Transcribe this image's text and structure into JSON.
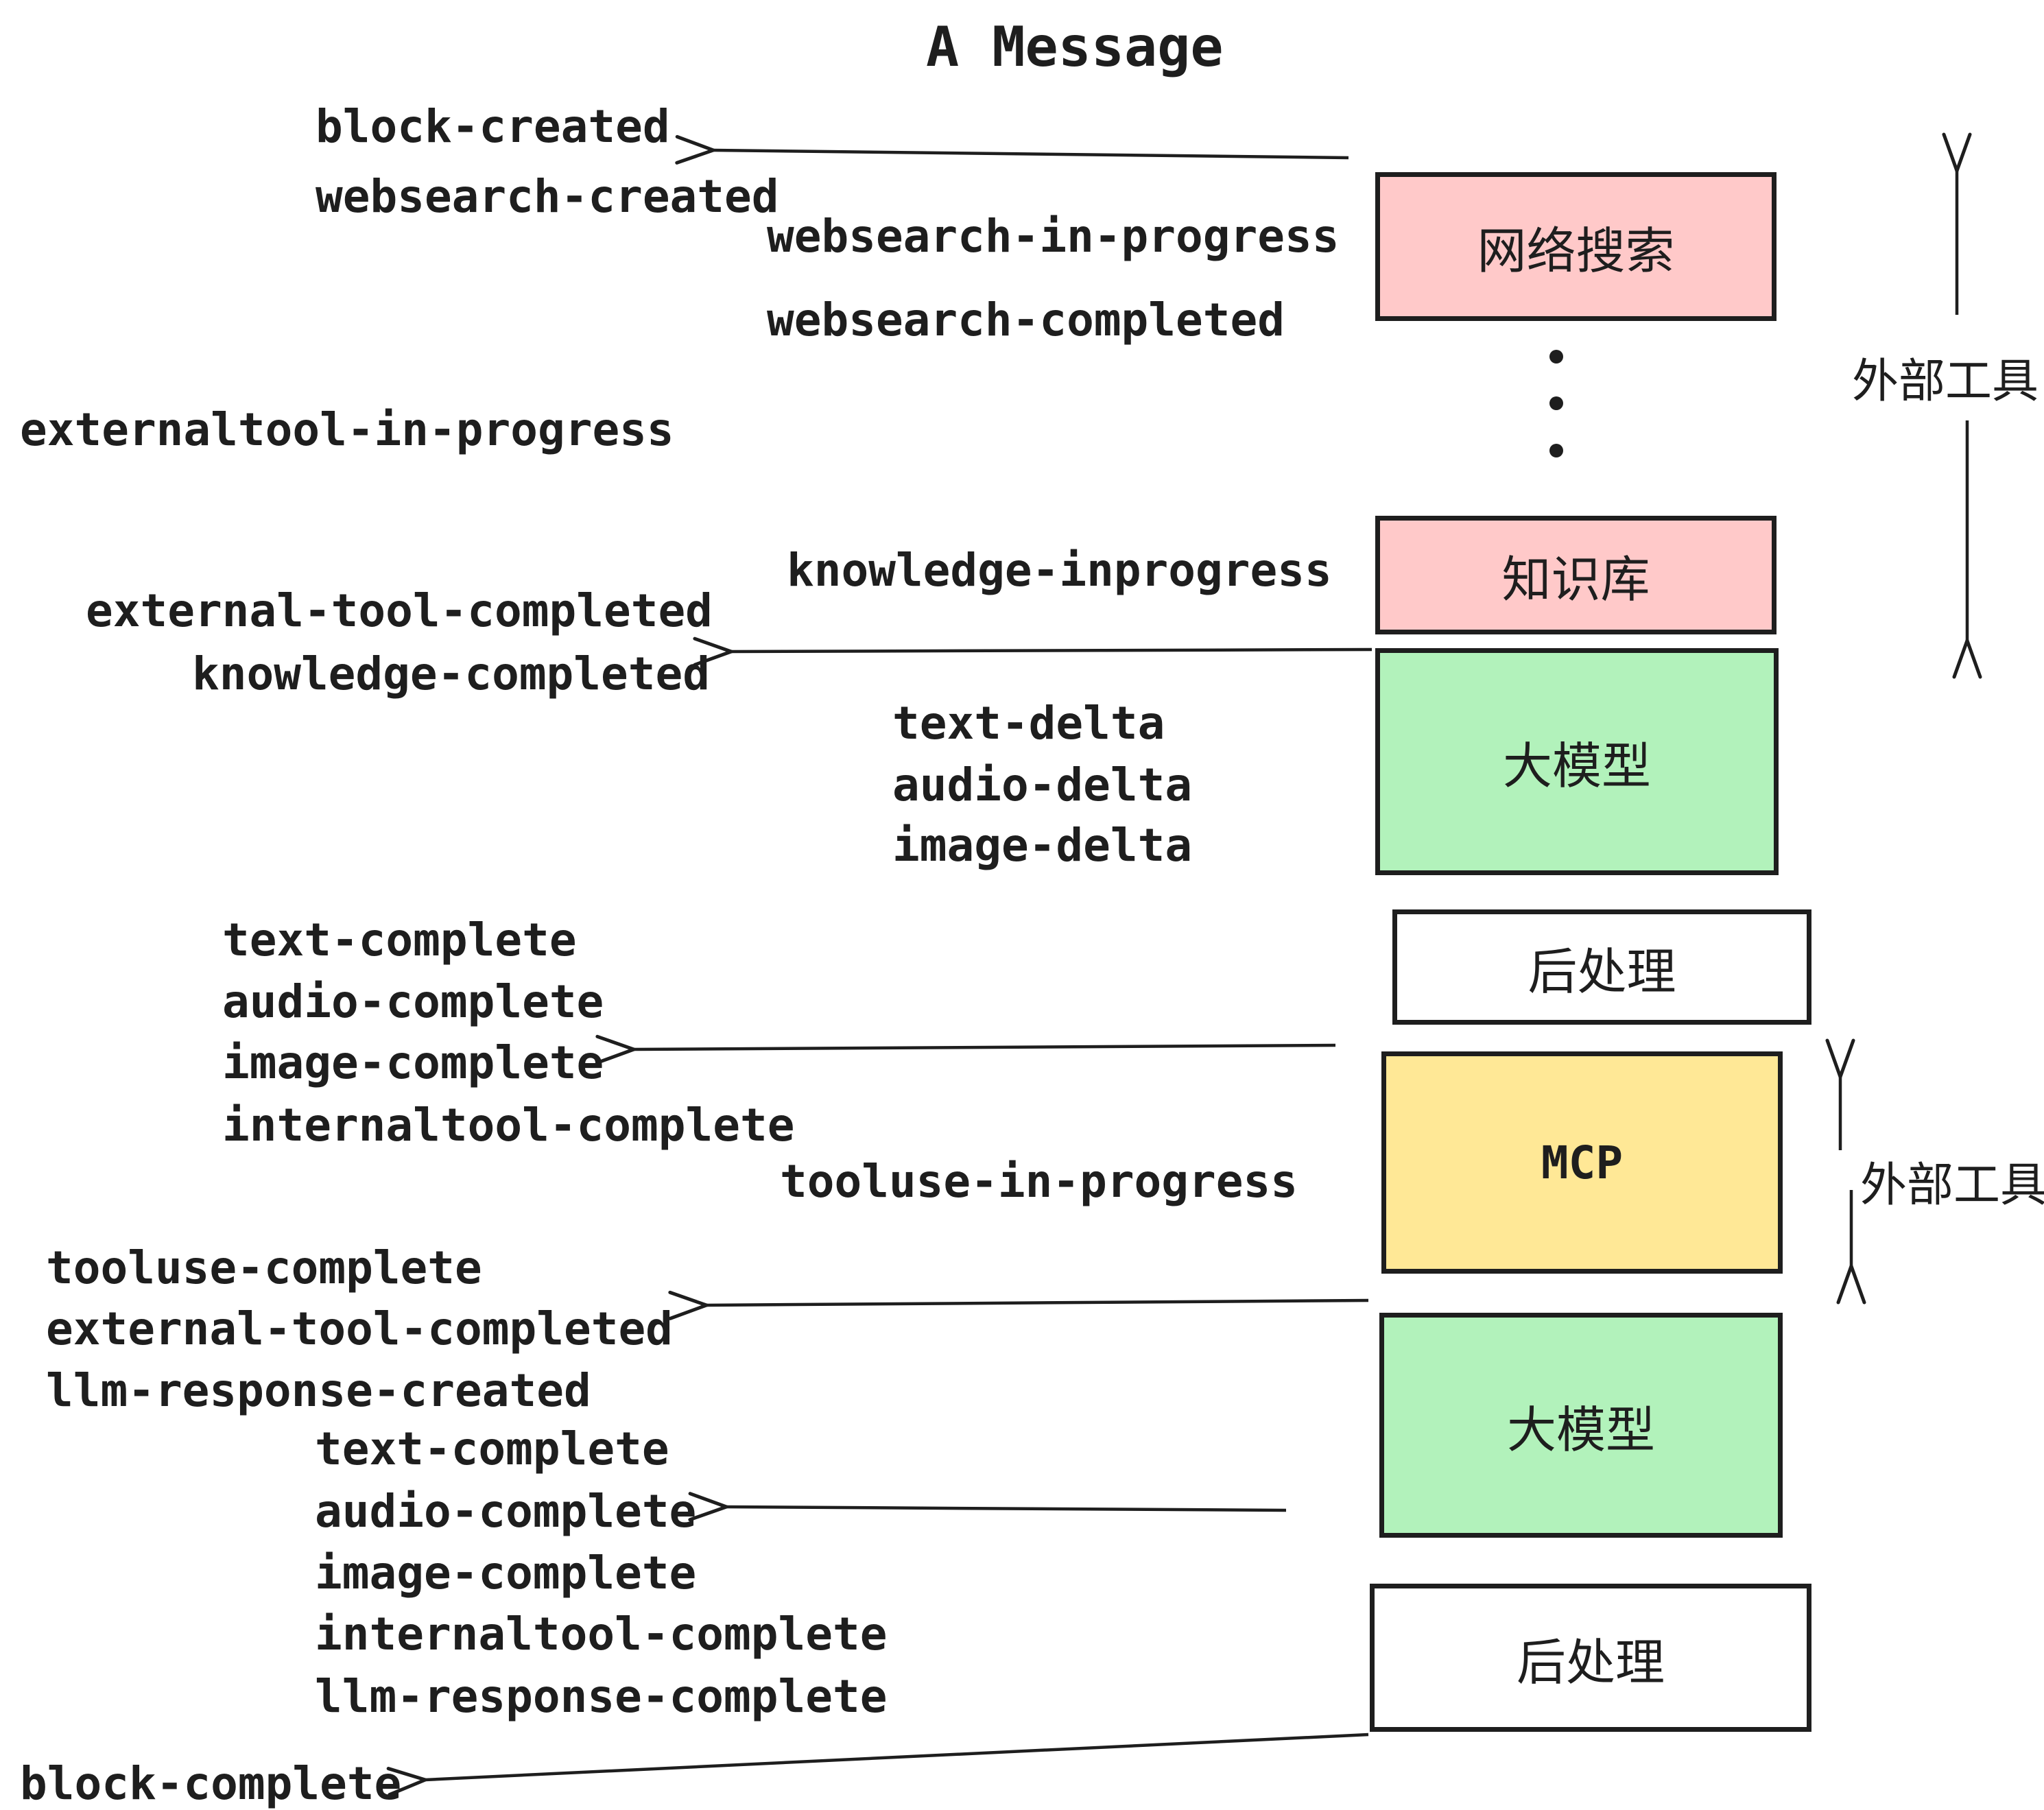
{
  "title": "A Message",
  "boxes": [
    {
      "id": "websearch",
      "label": "网络搜索",
      "color": "#ffc9c9"
    },
    {
      "id": "knowledge",
      "label": "知识库",
      "color": "#ffc9c9"
    },
    {
      "id": "llm-1",
      "label": "大模型",
      "color": "#b2f2bb"
    },
    {
      "id": "postprocess-1",
      "label": "后处理",
      "color": "#ffffff"
    },
    {
      "id": "mcp",
      "label": "MCP",
      "color": "#ffe896"
    },
    {
      "id": "llm-2",
      "label": "大模型",
      "color": "#b2f2bb"
    },
    {
      "id": "postprocess-2",
      "label": "后处理",
      "color": "#ffffff"
    }
  ],
  "side_labels": [
    {
      "id": "external-tools-1",
      "label": "外部工具"
    },
    {
      "id": "external-tools-2",
      "label": "外部工具"
    }
  ],
  "events": [
    {
      "id": "block-created",
      "text": "block-created"
    },
    {
      "id": "websearch-created",
      "text": "websearch-created"
    },
    {
      "id": "websearch-in-progress",
      "text": "websearch-in-progress"
    },
    {
      "id": "websearch-completed",
      "text": "websearch-completed"
    },
    {
      "id": "externaltool-in-progress",
      "text": "externaltool-in-progress"
    },
    {
      "id": "knowledge-inprogress",
      "text": "knowledge-inprogress"
    },
    {
      "id": "external-tool-completed-1",
      "text": "external-tool-completed"
    },
    {
      "id": "knowledge-completed",
      "text": "knowledge-completed"
    },
    {
      "id": "text-delta-1",
      "text": "text-delta"
    },
    {
      "id": "audio-delta-1",
      "text": "audio-delta"
    },
    {
      "id": "image-delta-1",
      "text": "image-delta"
    },
    {
      "id": "text-complete-1",
      "text": "text-complete"
    },
    {
      "id": "audio-complete-1",
      "text": "audio-complete"
    },
    {
      "id": "image-complete-1",
      "text": "image-complete"
    },
    {
      "id": "internaltool-complete-1",
      "text": "internaltool-complete"
    },
    {
      "id": "tooluse-in-progress",
      "text": "tooluse-in-progress"
    },
    {
      "id": "tooluse-complete",
      "text": "tooluse-complete"
    },
    {
      "id": "external-tool-completed-2",
      "text": "external-tool-completed"
    },
    {
      "id": "llm-response-created",
      "text": "llm-response-created"
    },
    {
      "id": "text-complete-2",
      "text": "text-complete"
    },
    {
      "id": "audio-complete-2",
      "text": "audio-complete"
    },
    {
      "id": "image-complete-2",
      "text": "image-complete"
    },
    {
      "id": "internaltool-complete-2",
      "text": "internaltool-complete"
    },
    {
      "id": "llm-response-complete",
      "text": "llm-response-complete"
    },
    {
      "id": "block-complete",
      "text": "block-complete"
    }
  ],
  "colors": {
    "ink": "#1e1e1e",
    "background": "#ffffff",
    "pink": "#ffc9c9",
    "green": "#b2f2bb",
    "yellow": "#ffe896",
    "white": "#ffffff"
  }
}
